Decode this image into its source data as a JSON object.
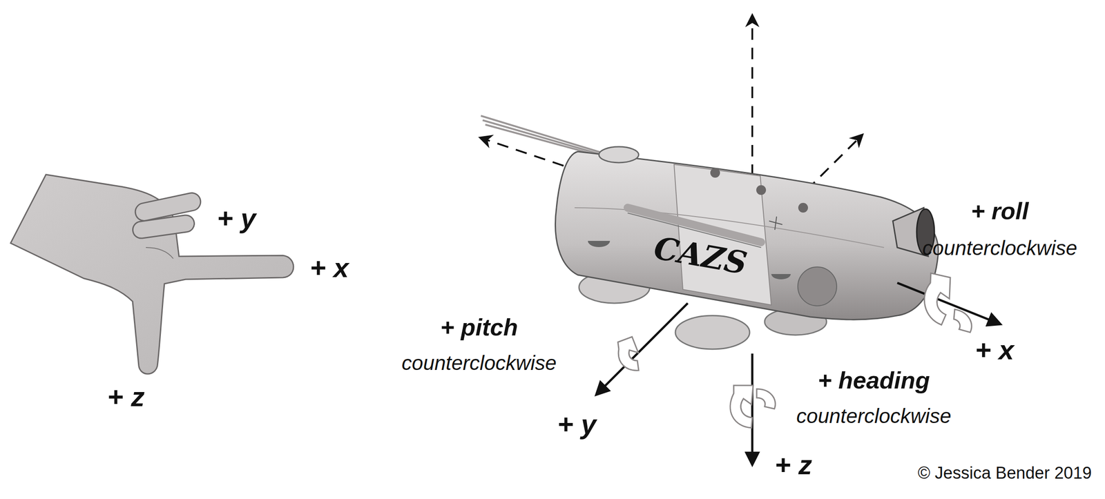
{
  "diagram": {
    "labels": [
      "+ y",
      "+ x",
      "+ z",
      "CAZS",
      "+ roll",
      "counterclockwise",
      "+ pitch",
      "counterclockwise",
      "+ heading",
      "counterclockwise",
      "+ x",
      "+ y",
      "+ z",
      "© Jessica Bender 2019"
    ]
  }
}
